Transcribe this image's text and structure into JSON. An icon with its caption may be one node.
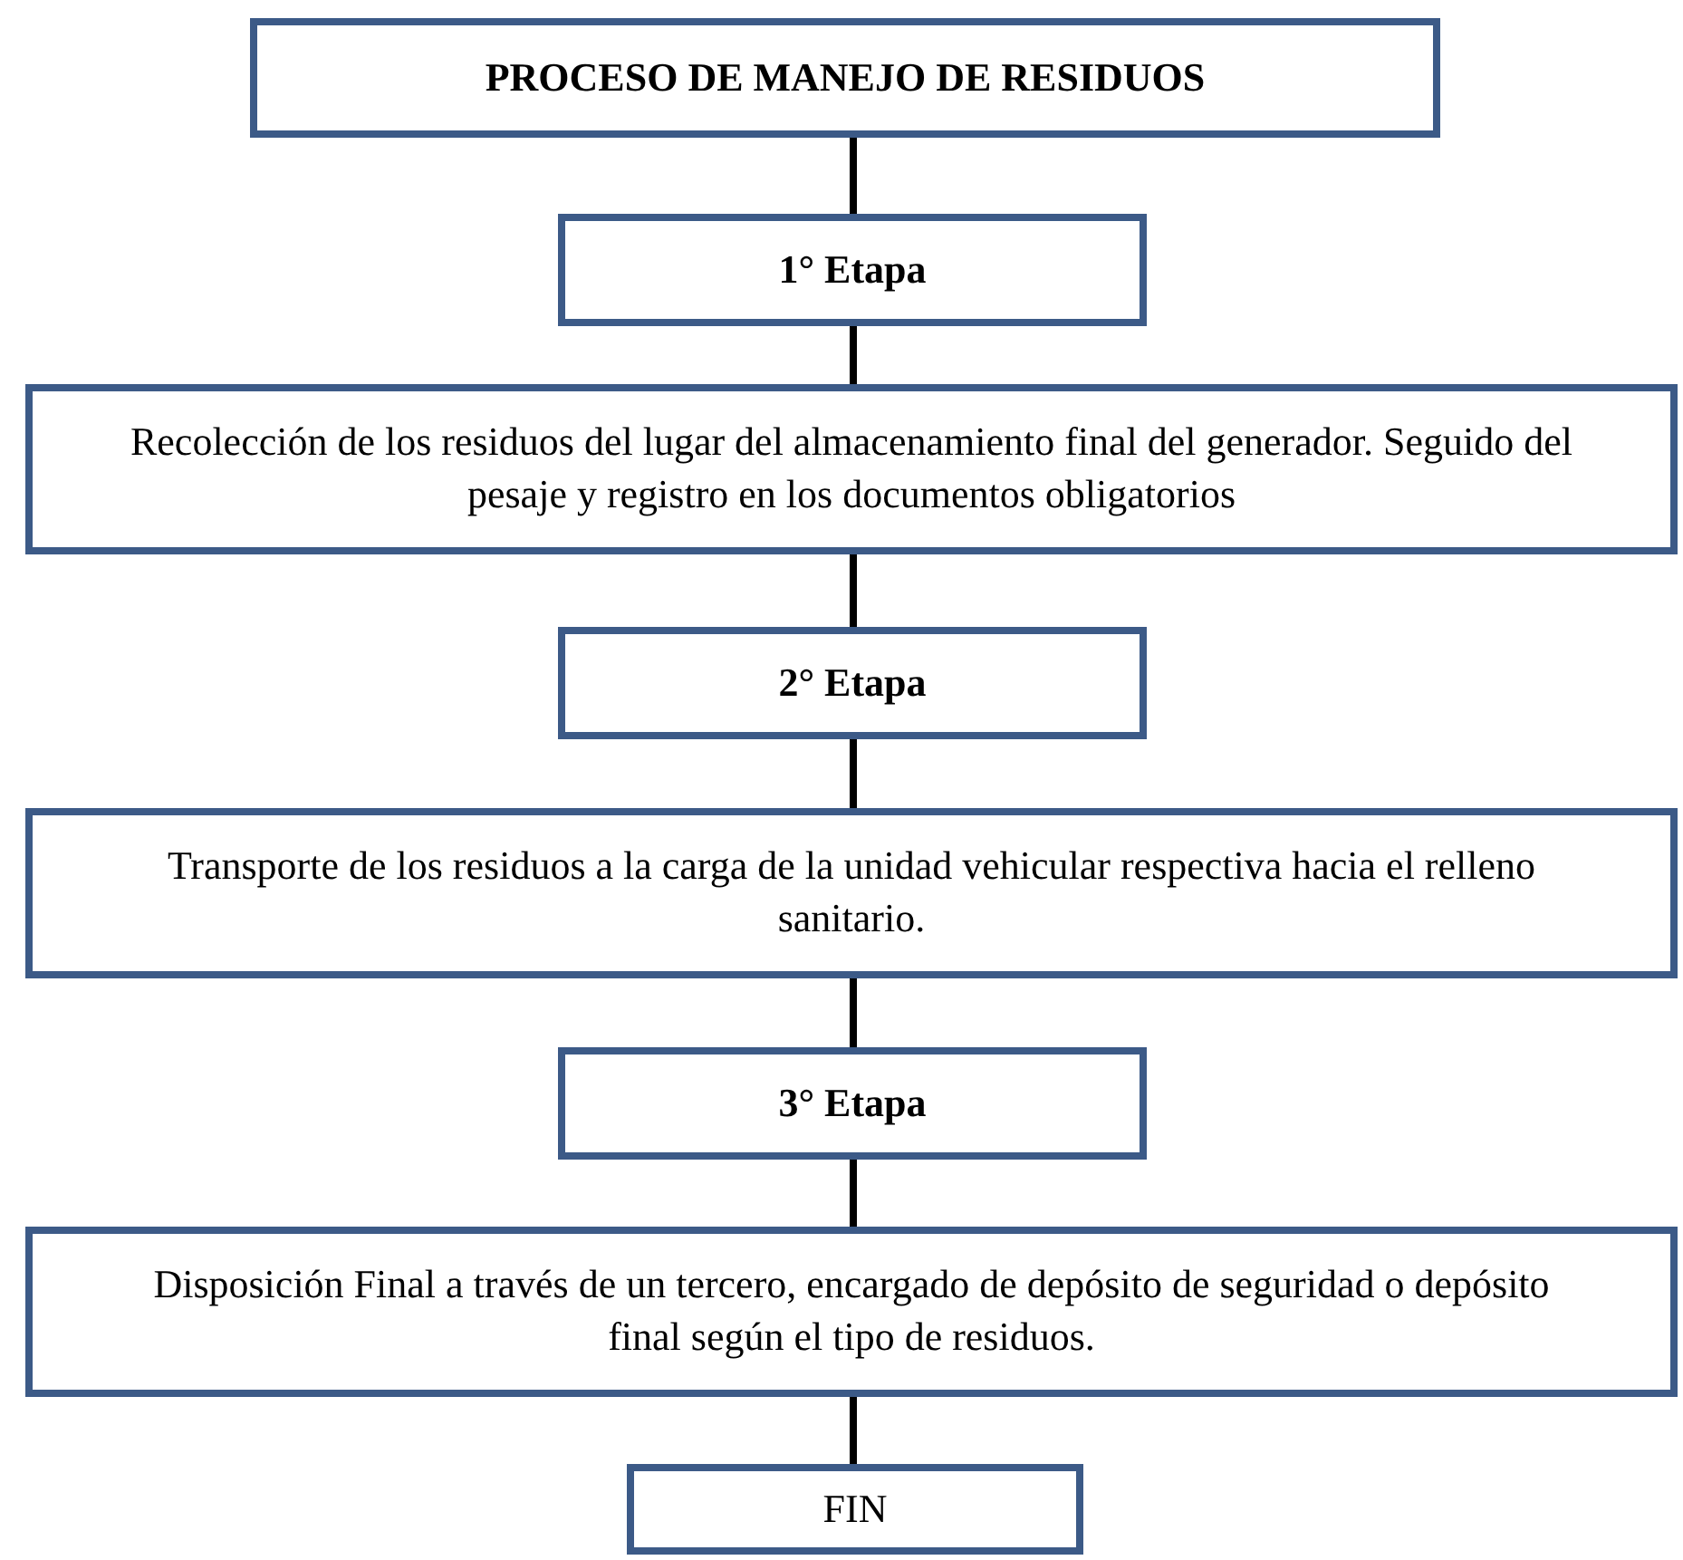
{
  "diagram": {
    "nodes": [
      {
        "text": [
          "PROCESO DE MANEJO DE RESIDUOS"
        ]
      },
      {
        "text": [
          "1° Etapa"
        ]
      },
      {
        "text": [
          "Recolección de los residuos del lugar del almacenamiento final del generador. Seguido del pesaje y registro en los documentos obligatorios"
        ]
      },
      {
        "text": [
          "2° Etapa"
        ]
      },
      {
        "text": [
          "Transporte de los residuos a la carga de la unidad vehicular respectiva hacia el relleno sanitario."
        ]
      },
      {
        "text": [
          "3° Etapa"
        ]
      },
      {
        "text": [
          "Disposición Final a través de un tercero, encargado de depósito de seguridad o depósito final según el tipo de residuos."
        ]
      },
      {
        "text": [
          "FIN"
        ]
      }
    ],
    "edges": [
      {
        "from": 0,
        "to": 1,
        "arrow": "none"
      },
      {
        "from": 1,
        "to": 2,
        "arrow": "none"
      },
      {
        "from": 2,
        "to": 3,
        "arrow": "none"
      },
      {
        "from": 3,
        "to": 4,
        "arrow": "none"
      },
      {
        "from": 4,
        "to": 5,
        "arrow": "none"
      },
      {
        "from": 5,
        "to": 6,
        "arrow": "none"
      },
      {
        "from": 6,
        "to": 7,
        "arrow": "none"
      }
    ]
  }
}
